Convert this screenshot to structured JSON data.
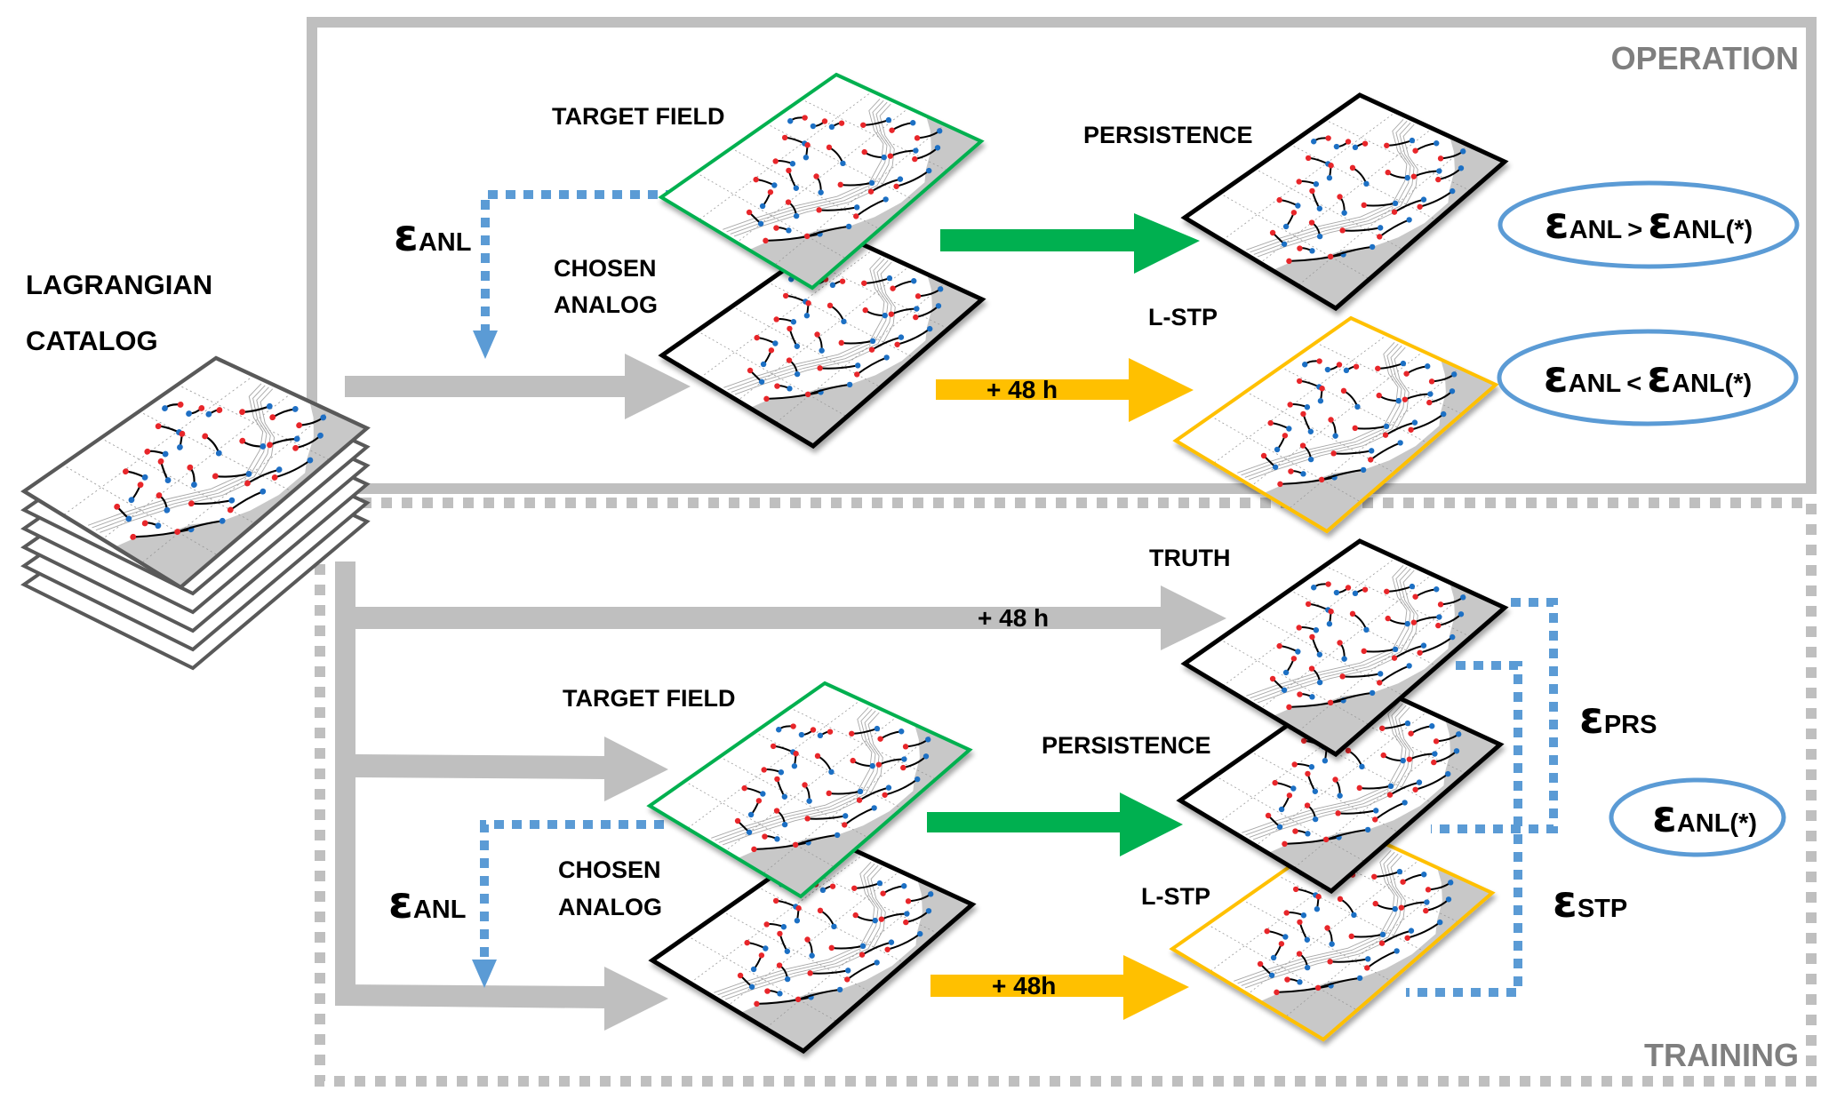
{
  "figure": {
    "sections": {
      "operation": "OPERATION",
      "training": "TRAINING"
    },
    "catalog": {
      "line1": "LAGRANGIAN",
      "line2": "CATALOG",
      "sheet_count": 6
    },
    "operation": {
      "target_field": "TARGET FIELD",
      "chosen_analog_line1": "CHOSEN",
      "chosen_analog_line2": "ANALOG",
      "persistence": "PERSISTENCE",
      "lstp": "L-STP",
      "forecast_step": "+ 48 h",
      "eps_anl": {
        "symbol": "ε",
        "sub": "ANL"
      },
      "condition_gt": {
        "lhs_sym": "ε",
        "lhs_sub": "ANL",
        "op": ">",
        "rhs_sym": "ε",
        "rhs_sub": "ANL(*)"
      },
      "condition_lt": {
        "lhs_sym": "ε",
        "lhs_sub": "ANL",
        "op": "<",
        "rhs_sym": "ε",
        "rhs_sub": "ANL(*)"
      }
    },
    "training": {
      "truth": "TRUTH",
      "truth_step": "+ 48 h",
      "target_field": "TARGET FIELD",
      "chosen_analog_line1": "CHOSEN",
      "chosen_analog_line2": "ANALOG",
      "persistence": "PERSISTENCE",
      "lstp": "L-STP",
      "forecast_step": "+ 48h",
      "eps_anl": {
        "symbol": "ε",
        "sub": "ANL"
      },
      "eps_prs": {
        "symbol": "ε",
        "sub": "PRS"
      },
      "eps_stp": {
        "symbol": "ε",
        "sub": "STP"
      },
      "threshold": {
        "symbol": "ε",
        "sub": "ANL(*)"
      }
    },
    "colors": {
      "frame_grey": "#bfbfbf",
      "title_grey": "#7f7f7f",
      "target_green": "#00b050",
      "forecast_yellow": "#ffc000",
      "error_blue": "#5b9bd5",
      "map_black": "#000000",
      "drifter_start": "#e8262a",
      "drifter_end": "#1f6fc4",
      "land_grey": "#c8c8c8"
    }
  }
}
